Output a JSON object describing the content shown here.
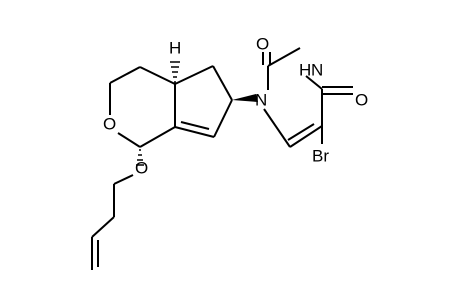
{
  "molecule": {
    "atoms": {
      "H": "H",
      "O_ring": "O",
      "O_ether": "O",
      "N1": "N",
      "NH": "H",
      "N3": "N",
      "O_top": "O",
      "O_right": "O",
      "Br": "Br"
    },
    "colors": {
      "bond": "#000000",
      "text": "#000000",
      "background": "#ffffff"
    }
  }
}
